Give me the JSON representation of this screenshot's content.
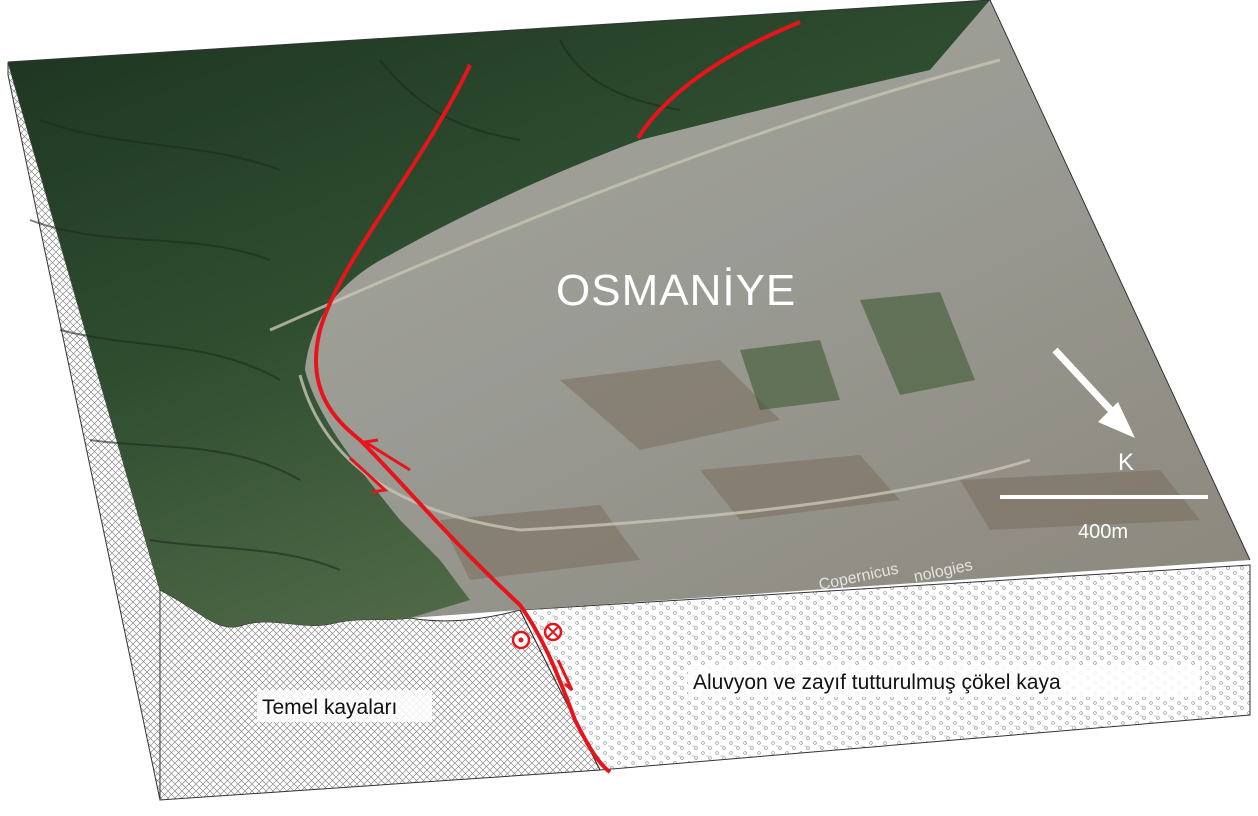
{
  "labels": {
    "city": "OSMANİYE",
    "north": "K",
    "scale": "400m",
    "bedrock": "Temel kayaları",
    "alluvium": "Aluvyon ve zayıf tutturulmuş çökel kaya",
    "watermark_1": "Copernicus",
    "watermark_2": "nologies"
  },
  "colors": {
    "fault": "#e8141b",
    "sky": "#ffffff",
    "mountain_dark": "#213a24",
    "mountain_mid": "#3d5c3a",
    "city_gray": "#9a9b94",
    "city_light": "#b9b7ad",
    "field_brown": "#7a6e5c",
    "bedrock_hatch": "#8a8a8a",
    "alluvium_dot": "#9a9a9a",
    "outline": "#333333"
  },
  "icons": {
    "north_arrow": "north-arrow-icon",
    "out_of_page": "dot-in-circle-icon",
    "into_page": "cross-in-circle-icon",
    "half_arrow": "half-arrow-icon"
  }
}
